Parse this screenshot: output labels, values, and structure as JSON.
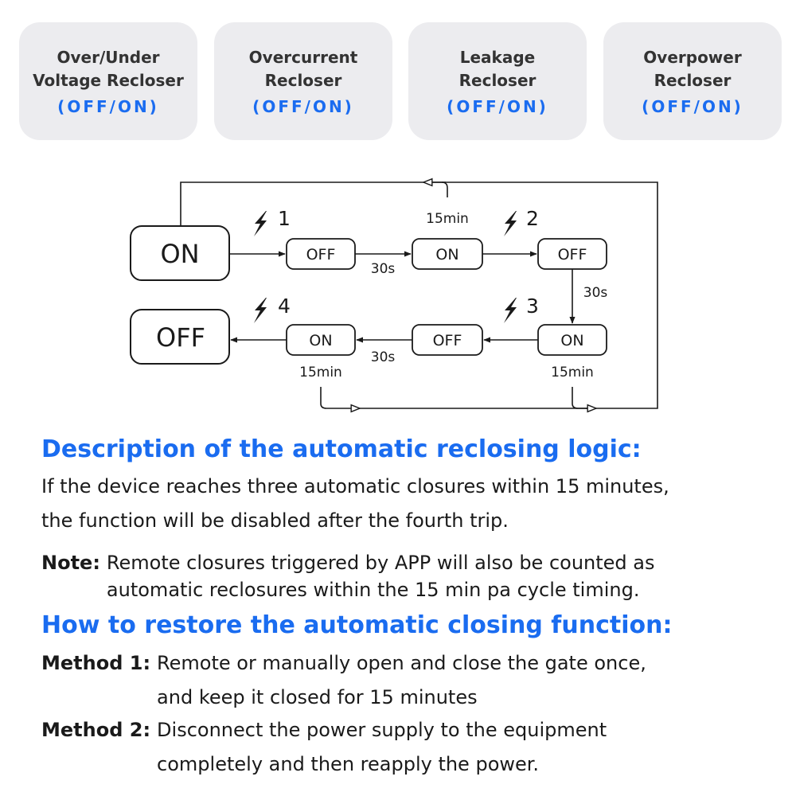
{
  "cards": [
    {
      "title1": "Over/Under",
      "title2": "Voltage Recloser",
      "state": "(OFF/ON)"
    },
    {
      "title1": "Overcurrent",
      "title2": "Recloser",
      "state": "(OFF/ON)"
    },
    {
      "title1": "Leakage",
      "title2": "Recloser",
      "state": "(OFF/ON)"
    },
    {
      "title1": "Overpower",
      "title2": "Recloser",
      "state": "(OFF/ON)"
    }
  ],
  "diagram": {
    "start_state": "ON",
    "end_state": "OFF",
    "boxes": [
      "OFF",
      "ON",
      "OFF",
      "ON",
      "OFF",
      "ON"
    ],
    "trips": [
      "1",
      "2",
      "3",
      "4"
    ],
    "delay_30s": "30s",
    "delay_15min": "15min"
  },
  "description": {
    "heading": "Description of the automatic reclosing logic:",
    "line1": "If the device reaches three automatic closures within 15 minutes,",
    "line2": "the function will be disabled after the fourth trip.",
    "note_label": "Note:",
    "note_line1": "Remote closures triggered by APP will also be counted as",
    "note_line2": "automatic reclosures within the 15 min pa cycle timing."
  },
  "restore": {
    "heading": "How to restore the automatic closing function:",
    "method1_label": "Method 1:",
    "method1_line1": "Remote or manually open and close the gate once,",
    "method1_line2": "and keep it closed for 15 minutes",
    "method2_label": "Method 2:",
    "method2_line1": "Disconnect the power supply to the equipment",
    "method2_line2": "completely and then reapply the power."
  }
}
